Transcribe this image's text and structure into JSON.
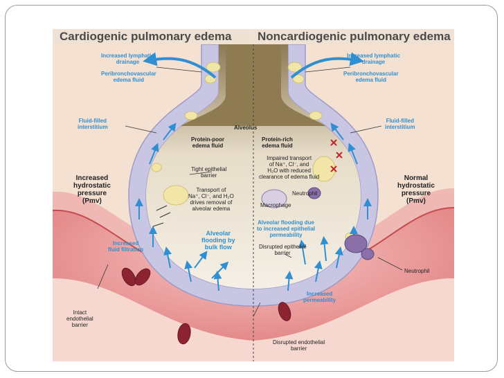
{
  "titles": {
    "left": "Cardiogenic pulmonary edema",
    "right": "Noncardiogenic pulmonary edema"
  },
  "labels": {
    "lymph_left": [
      "Increased lymphatic",
      "drainage"
    ],
    "lymph_right": [
      "Increased lymphatic",
      "drainage"
    ],
    "peri_left": [
      "Peribronchovascular",
      "edema fluid"
    ],
    "peri_right": [
      "Peribronchovascular",
      "edema fluid"
    ],
    "interstitium_left": [
      "Fluid-filled",
      "interstitium"
    ],
    "interstitium_right": [
      "Fluid-filled",
      "interstitium"
    ],
    "alveolus": "Alveolus",
    "protein_poor": [
      "Protein-poor",
      "edema fluid"
    ],
    "protein_rich": [
      "Protein-rich",
      "edema fluid"
    ],
    "tight_barrier": [
      "Tight epithelial",
      "barrier"
    ],
    "transport": [
      "Transport of",
      "Na⁺, Cl⁻, and H₂O",
      "drives removal of",
      "alveolar edema"
    ],
    "impaired": [
      "Impaired transport",
      "of Na⁺, Cl⁻, and",
      "H₂O with reduced",
      "clearance of edema fluid"
    ],
    "neutrophil_small": "Neutrophil",
    "macrophage": "Macrophage",
    "hydrostatic_left": [
      "Increased",
      "hydrostatic",
      "pressure",
      "(Pmv)"
    ],
    "hydrostatic_right": [
      "Normal",
      "hydrostatic",
      "pressure",
      "(Pmv)"
    ],
    "bulk_flow": [
      "Alveolar",
      "flooding by",
      "bulk flow"
    ],
    "epithelial_flood": [
      "Alveolar flooding due",
      "to increased epithelial",
      "permeability"
    ],
    "filtration": [
      "Increased",
      "fluid filtration"
    ],
    "disrupted_epi": [
      "Disrupted epithelial",
      "barrier"
    ],
    "neutrophil": "Neutrophil",
    "permeability": [
      "Increased",
      "permeability"
    ],
    "intact": [
      "Intact",
      "endothelial",
      "barrier"
    ],
    "disrupted_endo": [
      "Disrupted endothelial",
      "barrier"
    ]
  },
  "colors": {
    "blue_label": "#2f8fd0",
    "wall": "#c9c6e4",
    "vessel": "#d9464a",
    "alveolus_fill": "#b39a68"
  }
}
